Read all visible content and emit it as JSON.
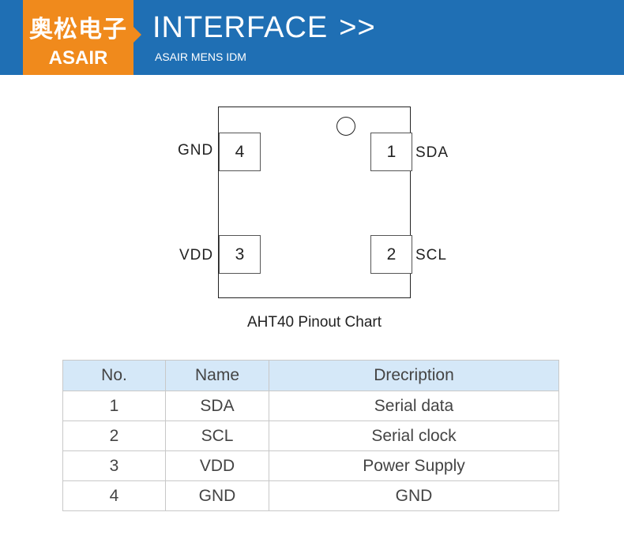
{
  "header": {
    "brand_cn": "奥松电子",
    "brand_en": "ASAIR",
    "title": "INTERFACE",
    "arrows": ">>",
    "subtitle": "ASAIR MENS IDM"
  },
  "diagram": {
    "caption": "AHT40 Pinout Chart",
    "pins": [
      {
        "number": "1",
        "label": "SDA"
      },
      {
        "number": "2",
        "label": "SCL"
      },
      {
        "number": "3",
        "label": "VDD"
      },
      {
        "number": "4",
        "label": "GND"
      }
    ]
  },
  "table": {
    "headers": [
      "No.",
      "Name",
      "Drecription"
    ],
    "rows": [
      [
        "1",
        "SDA",
        "Serial data"
      ],
      [
        "2",
        "SCL",
        "Serial clock"
      ],
      [
        "3",
        "VDD",
        "Power Supply"
      ],
      [
        "4",
        "GND",
        "GND"
      ]
    ]
  },
  "colors": {
    "header_blue": "#1f6fb4",
    "brand_orange": "#f08a1c",
    "table_header_bg": "#d5e8f8"
  }
}
